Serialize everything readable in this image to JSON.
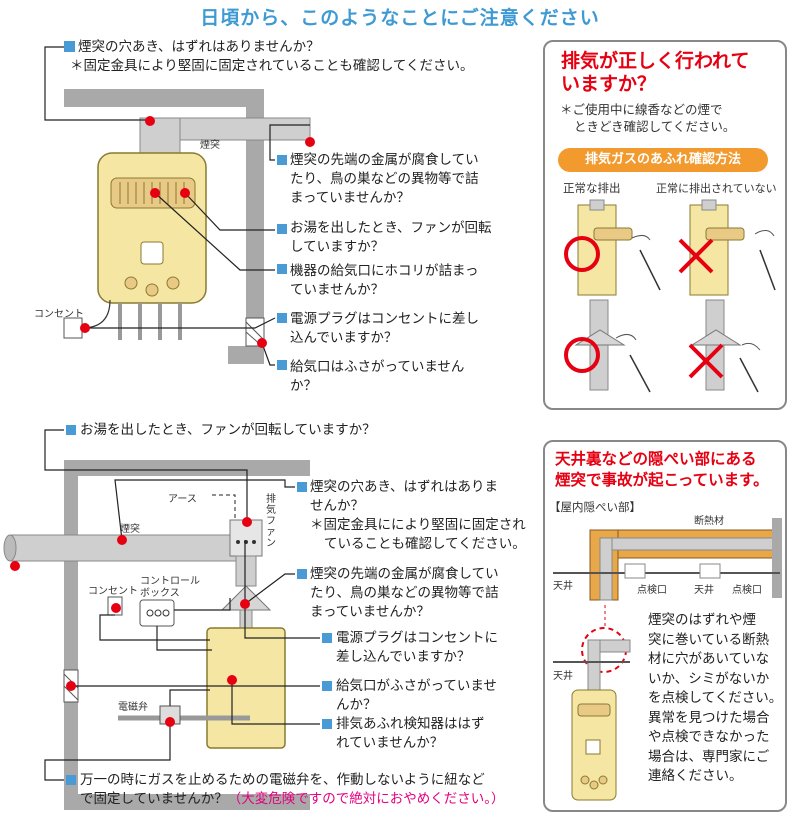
{
  "title": "日頃から、このようなことにご注意ください",
  "top": {
    "q1_line1": "煙突の穴あき、はずれはありませんか？",
    "q1_line2": "＊固定金具により堅固に固定されていることも確認してください。",
    "chimney": "煙突",
    "q2": [
      "煙突の先端の金属が腐食してい",
      "たり、鳥の巣などの異物等で詰",
      "まっていませんか？"
    ],
    "q3": [
      "お湯を出したとき、ファンが回転",
      "していますか？"
    ],
    "q4": [
      "機器の給気口にホコリが詰まっ",
      "ていませんか？"
    ],
    "q5": [
      "電源プラグはコンセントに差し",
      "込んでいますか？"
    ],
    "q6": [
      "給気口はふさがっていません",
      "か？"
    ],
    "outlet": "コンセント"
  },
  "exhaust_box": {
    "heading": [
      "排気が正しく行われて",
      "いますか？"
    ],
    "note": [
      "＊ご使用中に線香などの煙で",
      "ときどき確認してください。"
    ],
    "method": "排気ガスのあふれ確認方法",
    "normal": "正常な排出",
    "abnormal": "正常に排出されていない"
  },
  "bottom": {
    "q1": "お湯を出したとき、ファンが回転していますか？",
    "q2": [
      "煙突の穴あき、はずれはありま",
      "せんか？",
      "＊固定金具にに",
      "より堅固に固定され",
      "ていることも確認してください。"
    ],
    "q3": [
      "煙突の先端の金属が腐食してい",
      "たり、鳥の巣などの異物等で詰",
      "まっていませんか？"
    ],
    "q4": [
      "電源プラグはコンセントに",
      "差し込んでいますか？"
    ],
    "q5": [
      "給気口がふさがっていませ",
      "んか？"
    ],
    "q6": [
      "排気あふれ検知器ははず",
      "れていませんか？"
    ],
    "q7": [
      "万一の時にガスを止めるための電磁弁を、作動しないように紐など",
      "で固定していませんか？"
    ],
    "warning": "（大変危険ですので絶対におやめください。）",
    "earth": "アース",
    "fan": "排気ファン",
    "chimney": "煙突",
    "outlet": "コンセント",
    "control": [
      "コントロール",
      "ボックス"
    ],
    "valve": "電磁弁"
  },
  "ceiling_box": {
    "heading": [
      "天井裏などの隠ぺい部にある",
      "煙突で事故が起こっています。"
    ],
    "indoor": "【屋内隠ぺい部】",
    "insulation": "断熱材",
    "ceiling": "天井",
    "inspection": "点検口",
    "ceiling2": "天井",
    "inspection2": "点検口",
    "ceiling3": "天井",
    "text": [
      "煙突のはずれや煙",
      "突に巻いている断熱",
      "材に穴があいていな",
      "いか、シミがないか",
      "を点検してください。",
      "異常を見つけた場合",
      "や点検できなかった",
      "場合は、専門家にご",
      "連絡ください。"
    ]
  }
}
